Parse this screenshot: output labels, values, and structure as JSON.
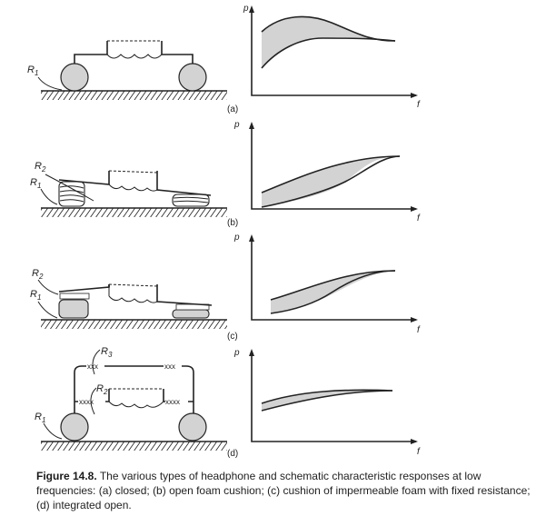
{
  "panels": [
    {
      "tag": "(a)",
      "description_label": "closed",
      "resistances": [
        {
          "main": "R",
          "sub": "1"
        }
      ]
    },
    {
      "tag": "(b)",
      "resistances": [
        {
          "main": "R",
          "sub": "2"
        },
        {
          "main": "R",
          "sub": "1"
        }
      ]
    },
    {
      "tag": "(c)",
      "resistances": [
        {
          "main": "R",
          "sub": "2"
        },
        {
          "main": "R",
          "sub": "1"
        }
      ]
    },
    {
      "tag": "(d)",
      "resistances": [
        {
          "main": "R",
          "sub": "3"
        },
        {
          "main": "R",
          "sub": "2"
        },
        {
          "main": "R",
          "sub": "1"
        }
      ],
      "foam_marks": [
        "xxx",
        "xxx",
        "xxxx",
        "xxxx"
      ]
    }
  ],
  "axes": {
    "y_label": "p",
    "x_label": "f"
  },
  "caption": {
    "number": "Figure 14.8.",
    "text": " The various types of headphone and schematic characteristic responses at low frequencies: (a) closed; (b) open foam cushion; (c) cushion of impermeable foam with fixed resistance; (d) integrated open."
  }
}
